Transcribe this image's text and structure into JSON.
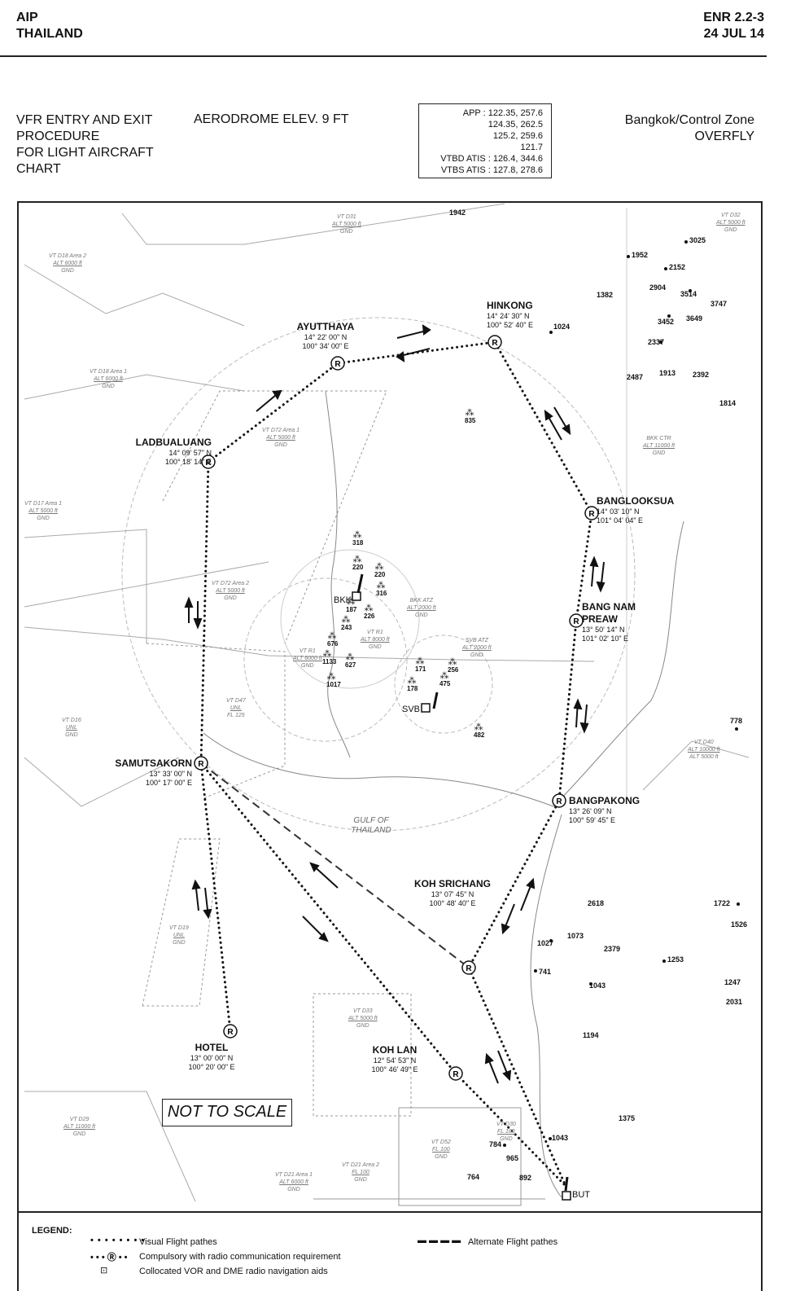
{
  "header": {
    "left_line1": "AIP",
    "left_line2": "THAILAND",
    "right_line1": "ENR 2.2-3",
    "right_line2": "24 JUL 14"
  },
  "chart_title": [
    "VFR ENTRY AND EXIT",
    "PROCEDURE",
    "FOR LIGHT AIRCRAFT",
    "CHART"
  ],
  "aerodrome_elev": "AERODROME ELEV. 9 FT",
  "frequencies": [
    "APP : 122.35, 257.6",
    "124.35, 262.5",
    "125.2, 259.6",
    "121.7",
    "VTBD ATIS : 126.4, 344.6",
    "VTBS ATIS : 127.8, 278.6"
  ],
  "zone_label": [
    "Bangkok/Control Zone",
    "OVERFLY"
  ],
  "not_to_scale": "NOT TO SCALE",
  "reporting_points": [
    {
      "id": "ayutthaya",
      "name": "AYUTTHAYA",
      "lat": "14° 22' 00\" N",
      "lon": "100° 34' 00\" E"
    },
    {
      "id": "hinkong",
      "name": "HINKONG",
      "lat": "14° 24' 30\" N",
      "lon": "100° 52' 40\" E"
    },
    {
      "id": "ladbualuang",
      "name": "LADBUALUANG",
      "lat": "14° 09' 57\" N",
      "lon": "100° 18' 14\" E"
    },
    {
      "id": "banglooksua",
      "name": "BANGLOOKSUA",
      "lat": "14° 03' 10\" N",
      "lon": "101° 04' 04\" E"
    },
    {
      "id": "bangnampreaw",
      "name": "BANG NAM PREAW",
      "lat": "13° 50' 14\" N",
      "lon": "101° 02' 10\" E"
    },
    {
      "id": "samutsakorn",
      "name": "SAMUTSAKORN",
      "lat": "13° 33' 00\" N",
      "lon": "100° 17' 00\" E"
    },
    {
      "id": "bangpakong",
      "name": "BANGPAKONG",
      "lat": "13° 26' 09\" N",
      "lon": "100° 59' 45\" E"
    },
    {
      "id": "kohsrichang",
      "name": "KOH SRICHANG",
      "lat": "13° 07' 45\" N",
      "lon": "100° 48' 40\" E"
    },
    {
      "id": "kohlan",
      "name": "KOH LAN",
      "lat": "12° 54' 53\" N",
      "lon": "100° 46' 49\" E"
    },
    {
      "id": "hotel",
      "name": "HOTEL",
      "lat": "13° 00' 00\" N",
      "lon": "100° 20' 00\" E"
    }
  ],
  "point_symbol": "R",
  "navaids": [
    "BKK",
    "SVB",
    "BUT"
  ],
  "gulf_label": [
    "GULF OF",
    "THAILAND"
  ],
  "airspace_labels": [
    [
      "VT D31",
      "ALT 5000 ft",
      "GND"
    ],
    [
      "VT D32",
      "ALT 5000 ft",
      "GND"
    ],
    [
      "VT D18 Area 2",
      "ALT 6000 ft",
      "GND"
    ],
    [
      "VT D18 Area 1",
      "ALT 6000 ft",
      "GND"
    ],
    [
      "VT D72 Area 1",
      "ALT 5000 ft",
      "GND"
    ],
    [
      "BKK CTR",
      "ALT 11000 ft",
      "GND"
    ],
    [
      "VT D17 Area 1",
      "ALT 5000 ft",
      "GND"
    ],
    [
      "VT D72 Area 2",
      "ALT 5000 ft",
      "GND"
    ],
    [
      "BKK ATZ",
      "ALT 2000 ft",
      "GND"
    ],
    [
      "VT R1",
      "ALT 8000 ft",
      "GND"
    ],
    [
      "SVB ATZ",
      "ALT 2000 ft",
      "GND"
    ],
    [
      "VT R1",
      "ALT 6000 ft",
      "GND"
    ],
    [
      "VT D47",
      "UNL",
      "FL 125"
    ],
    [
      "VT D16",
      "UNL",
      "GND"
    ],
    [
      "VT D40",
      "ALT 10000 ft",
      "ALT 5000 ft"
    ],
    [
      "VT D19",
      "UNL",
      "GND"
    ],
    [
      "VT D33",
      "ALT 5000 ft",
      "GND"
    ],
    [
      "VT D29",
      "ALT 11000 ft",
      "GND"
    ],
    [
      "VT D30",
      "FL 100",
      "GND"
    ],
    [
      "VT D52",
      "FL 100",
      "GND"
    ],
    [
      "VT D21 Area 2",
      "FL 100",
      "GND"
    ],
    [
      "VT D21 Area 1",
      "ALT 6000 ft",
      "GND"
    ]
  ],
  "spot_elevations": [
    "1942",
    "3025",
    "1952",
    "2152",
    "1382",
    "2904",
    "3514",
    "3747",
    "3452",
    "3649",
    "1024",
    "2337",
    "2487",
    "1913",
    "2392",
    "1814",
    "778",
    "1722",
    "1526",
    "2618",
    "1073",
    "1027",
    "2379",
    "1253",
    "741",
    "1043",
    "1247",
    "2031",
    "1194",
    "1375",
    "1043",
    "784",
    "965",
    "892",
    "764"
  ],
  "obstacles": [
    "835",
    "318",
    "220",
    "220",
    "316",
    "187",
    "226",
    "243",
    "676",
    "627",
    "1133",
    "1017",
    "171",
    "256",
    "178",
    "475",
    "482"
  ],
  "legend": {
    "title": "LEGEND:",
    "visual_paths": "Visual Flight pathes",
    "alternate_paths": "Alternate Flight pathes",
    "compulsory": "Compulsory with radio communication requirement",
    "vor_dme": "Collocated VOR and DME radio navigation aids"
  }
}
